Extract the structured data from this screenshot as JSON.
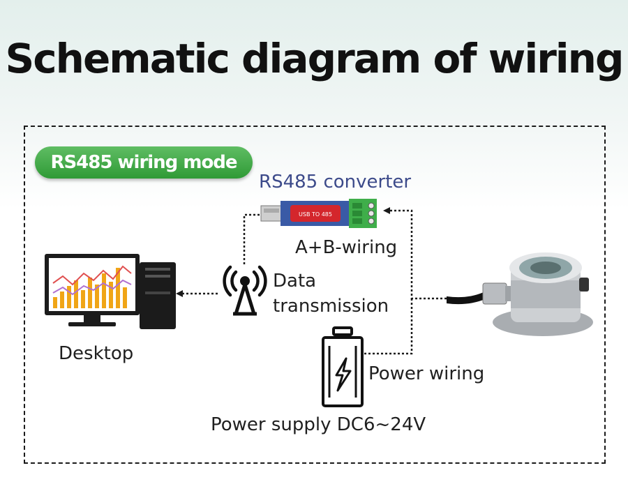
{
  "title": "Schematic diagram of wiring",
  "mode_badge": "RS485 wiring mode",
  "labels": {
    "converter": "RS485 converter",
    "ab_wiring": "A+B-wiring",
    "data_line1": "Data",
    "data_line2": "transmission",
    "desktop": "Desktop",
    "power_wiring": "Power wiring",
    "power_supply": "Power supply DC6~24V"
  },
  "converter_print": "USB TO 485",
  "colors": {
    "badge_green": "#3ca845",
    "converter_red": "#d4262c",
    "terminal_green": "#3fae4a",
    "label_blue": "#3c4a8a"
  },
  "icons": [
    "desktop-computer-icon",
    "antenna-tower-icon",
    "battery-icon",
    "lightning-icon",
    "usb-converter-icon",
    "sensor-device-icon"
  ]
}
